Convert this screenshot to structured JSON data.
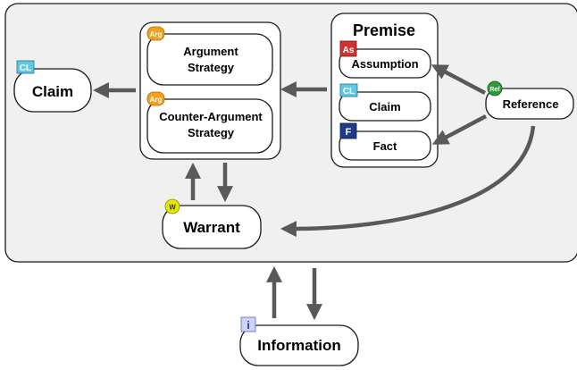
{
  "nodes": {
    "claim_main": {
      "label": "Claim",
      "badge": "CL"
    },
    "argument_strategy": {
      "label_line1": "Argument",
      "label_line2": "Strategy",
      "badge": "Arg"
    },
    "counter_argument_strategy": {
      "label_line1": "Counter-Argument",
      "label_line2": "Strategy",
      "badge": "Arg"
    },
    "premise_group": {
      "title": "Premise"
    },
    "assumption": {
      "label": "Assumption",
      "badge": "As"
    },
    "premise_claim": {
      "label": "Claim",
      "badge": "CL"
    },
    "fact": {
      "label": "Fact",
      "badge": "F"
    },
    "reference": {
      "label": "Reference",
      "badge": "Ref"
    },
    "warrant": {
      "label": "Warrant",
      "badge": "W"
    },
    "information": {
      "label": "Information",
      "badge": "i"
    }
  },
  "colors": {
    "panel_fill": "#f0f0f0",
    "arrow": "#595959",
    "badge_claim": "#5fc8e6",
    "badge_argument": "#f0a21e",
    "badge_assumption": "#d23232",
    "badge_fact": "#1f3a8a",
    "badge_reference": "#2f9a3a",
    "badge_warrant": "#e6e600",
    "badge_information": "#cfd4f5"
  }
}
